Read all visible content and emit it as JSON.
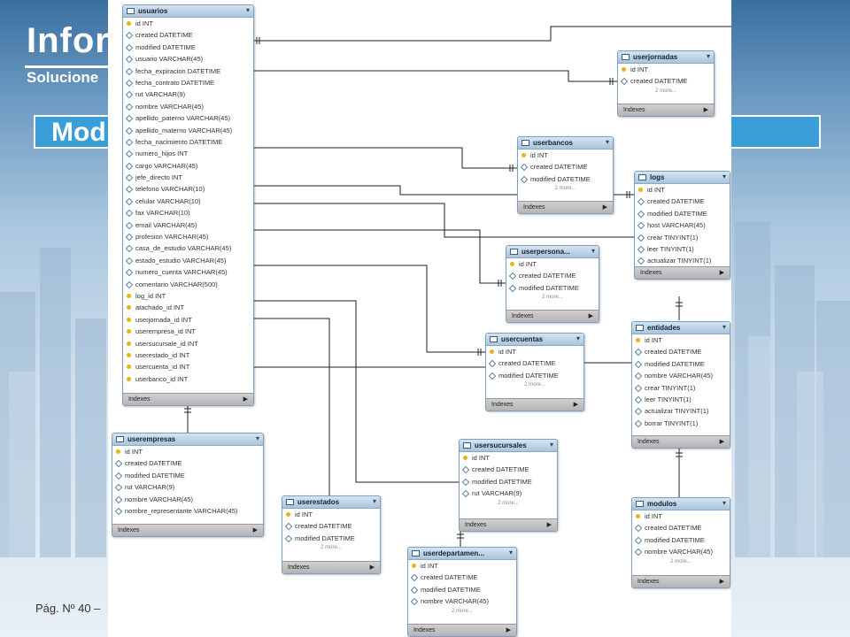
{
  "slide": {
    "title": "Infor",
    "subtitle": "Solucione",
    "banner": "Mod",
    "footer": "Pág. Nº 40 –"
  },
  "diagram": {
    "indexes_label": "Indexes",
    "more_label": "2 more...",
    "tables": [
      {
        "name": "usuarios",
        "columns": [
          {
            "key": true,
            "text": "id INT"
          },
          {
            "text": "created DATETIME"
          },
          {
            "text": "modified DATETIME"
          },
          {
            "text": "usuario VARCHAR(45)"
          },
          {
            "text": "fecha_expiracion DATETIME"
          },
          {
            "text": "fecha_contrato DATETIME"
          },
          {
            "text": "rut VARCHAR(9)"
          },
          {
            "text": "nombre VARCHAR(45)"
          },
          {
            "text": "apellido_paterno VARCHAR(45)"
          },
          {
            "text": "apellido_materno VARCHAR(45)"
          },
          {
            "text": "fecha_nacimiento DATETIME"
          },
          {
            "text": "numero_hijos INT"
          },
          {
            "text": "cargo VARCHAR(45)"
          },
          {
            "text": "jefe_directo INT"
          },
          {
            "text": "telefono VARCHAR(10)"
          },
          {
            "text": "celular VARCHAR(10)"
          },
          {
            "text": "fax VARCHAR(10)"
          },
          {
            "text": "email VARCHAR(45)"
          },
          {
            "text": "profesion VARCHAR(45)"
          },
          {
            "text": "casa_de_estudio VARCHAR(45)"
          },
          {
            "text": "estado_estudio VARCHAR(45)"
          },
          {
            "text": "numero_cuenta VARCHAR(45)"
          },
          {
            "text": "comentario VARCHAR(500)"
          },
          {
            "key": true,
            "text": "log_id INT"
          },
          {
            "key": true,
            "text": "atachado_id INT"
          },
          {
            "key": true,
            "text": "userjornada_id INT"
          },
          {
            "key": true,
            "text": "userempresa_id INT"
          },
          {
            "key": true,
            "text": "usersucursale_id INT"
          },
          {
            "key": true,
            "text": "userestado_id INT"
          },
          {
            "key": true,
            "text": "usercuenta_id INT"
          },
          {
            "key": true,
            "text": "userbanco_id INT"
          }
        ],
        "more": false
      },
      {
        "name": "userjornadas",
        "columns": [
          {
            "key": true,
            "text": "id INT"
          },
          {
            "text": "created DATETIME"
          }
        ],
        "more": true
      },
      {
        "name": "userbancos",
        "columns": [
          {
            "key": true,
            "text": "id INT"
          },
          {
            "text": "created DATETIME"
          },
          {
            "text": "modified DATETIME"
          }
        ],
        "more": true
      },
      {
        "name": "logs",
        "columns": [
          {
            "key": true,
            "text": "id INT"
          },
          {
            "text": "created DATETIME"
          },
          {
            "text": "modified DATETIME"
          },
          {
            "text": "host VARCHAR(45)"
          },
          {
            "text": "crear TINYINT(1)"
          },
          {
            "text": "leer TINYINT(1)"
          },
          {
            "text": "actualizar TINYINT(1)"
          },
          {
            "text": "borrar TINYINT(1)"
          }
        ],
        "more": false
      },
      {
        "name": "userpersona...",
        "columns": [
          {
            "key": true,
            "text": "id INT"
          },
          {
            "text": "created DATETIME"
          },
          {
            "text": "modified DATETIME"
          }
        ],
        "more": true
      },
      {
        "name": "usercuentas",
        "columns": [
          {
            "key": true,
            "text": "id INT"
          },
          {
            "text": "created DATETIME"
          },
          {
            "text": "modified DATETIME"
          }
        ],
        "more": true
      },
      {
        "name": "entidades",
        "columns": [
          {
            "key": true,
            "text": "id INT"
          },
          {
            "text": "created DATETIME"
          },
          {
            "text": "modified DATETIME"
          },
          {
            "text": "nombre VARCHAR(45)"
          },
          {
            "text": "crear TINYINT(1)"
          },
          {
            "text": "leer TINYINT(1)"
          },
          {
            "text": "actualizar TINYINT(1)"
          },
          {
            "text": "borrar TINYINT(1)"
          }
        ],
        "more": false
      },
      {
        "name": "userempresas",
        "columns": [
          {
            "key": true,
            "text": "id INT"
          },
          {
            "text": "created DATETIME"
          },
          {
            "text": "modified DATETIME"
          },
          {
            "text": "rut VARCHAR(9)"
          },
          {
            "text": "nombre VARCHAR(45)"
          },
          {
            "text": "nombre_representante VARCHAR(45)"
          }
        ],
        "more": false
      },
      {
        "name": "usersucursales",
        "columns": [
          {
            "key": true,
            "text": "id INT"
          },
          {
            "text": "created DATETIME"
          },
          {
            "text": "modified DATETIME"
          },
          {
            "text": "rut VARCHAR(9)"
          }
        ],
        "more": true
      },
      {
        "name": "userestados",
        "columns": [
          {
            "key": true,
            "text": "id INT"
          },
          {
            "text": "created DATETIME"
          },
          {
            "text": "modified DATETIME"
          }
        ],
        "more": true
      },
      {
        "name": "modulos",
        "columns": [
          {
            "key": true,
            "text": "id INT"
          },
          {
            "text": "created DATETIME"
          },
          {
            "text": "modified DATETIME"
          },
          {
            "text": "nombre VARCHAR(45)"
          }
        ],
        "more": true
      },
      {
        "name": "userdepartamen...",
        "columns": [
          {
            "key": true,
            "text": "id INT"
          },
          {
            "text": "created DATETIME"
          },
          {
            "text": "modified DATETIME"
          },
          {
            "text": "nombre VARCHAR(45)"
          }
        ],
        "more": true
      }
    ]
  }
}
